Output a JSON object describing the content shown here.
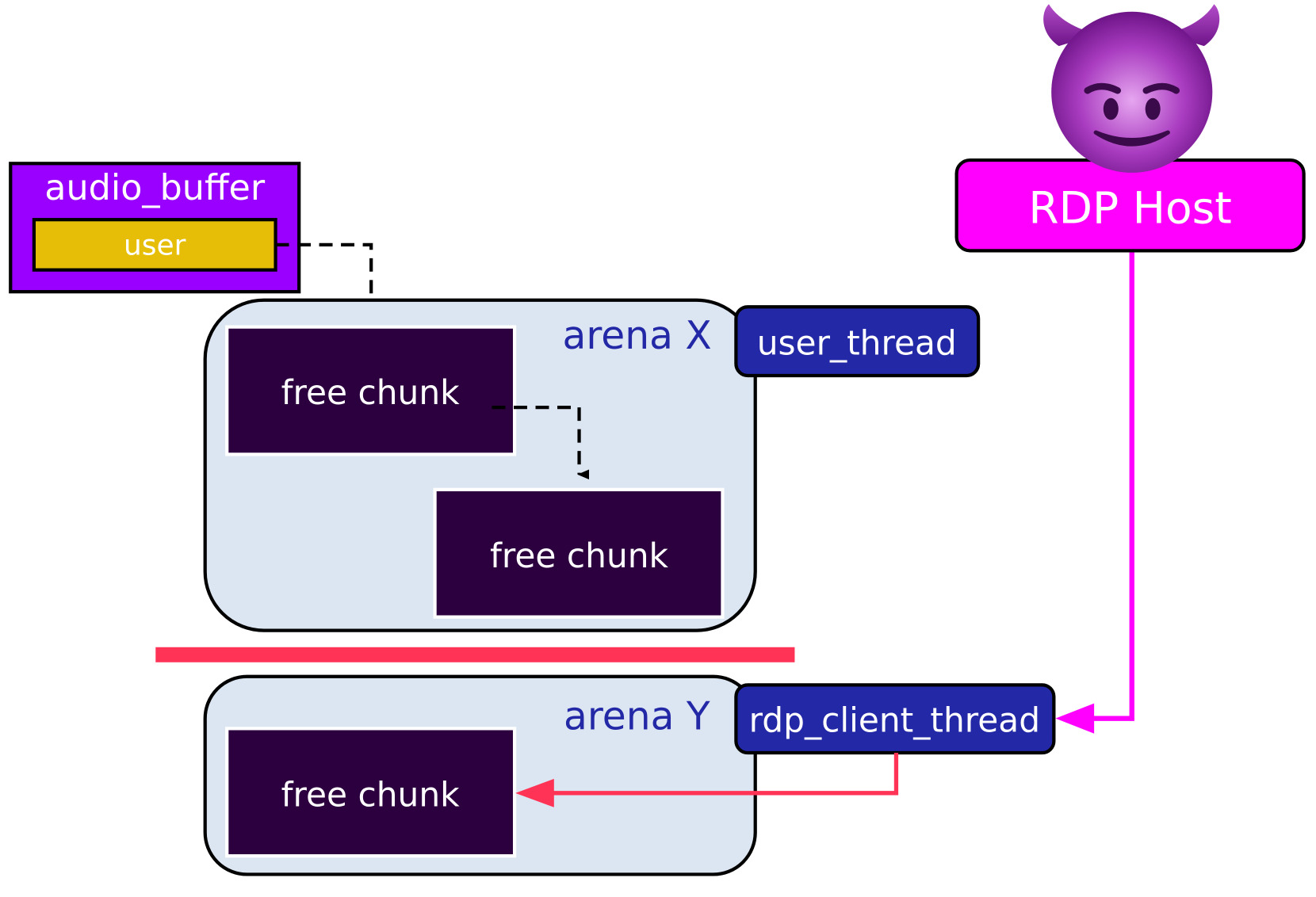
{
  "colors": {
    "audio_buffer": "#9900FF",
    "user_field": "#E6BE08",
    "free_chunk": "#2C003E",
    "arena_bg": "#DCE6F2",
    "thread_box": "#2328A6",
    "arena_label": "#2328A6",
    "rdp_host": "#FF00FF",
    "attack_arrow": "#FF3355",
    "separator": "#FF3355"
  },
  "audio_buffer": {
    "label": "audio_buffer",
    "field": {
      "label": "user"
    }
  },
  "attacker": {
    "icon": "smiling-devil-icon",
    "label": "RDP Host"
  },
  "arenas": [
    {
      "label": "arena X",
      "thread": "user_thread",
      "chunks": [
        {
          "label": "free chunk"
        },
        {
          "label": "free chunk"
        }
      ]
    },
    {
      "label": "arena Y",
      "thread": "rdp_client_thread",
      "chunks": [
        {
          "label": "free chunk"
        }
      ]
    }
  ],
  "edges": [
    {
      "from": "audio_buffer.user",
      "to": "arena X free chunk 1",
      "style": "dashed"
    },
    {
      "from": "arena X free chunk 1",
      "to": "arena X free chunk 2",
      "style": "dashed"
    },
    {
      "from": "RDP Host",
      "to": "rdp_client_thread",
      "style": "solid"
    },
    {
      "from": "rdp_client_thread",
      "to": "arena Y free chunk 1",
      "style": "solid"
    }
  ]
}
